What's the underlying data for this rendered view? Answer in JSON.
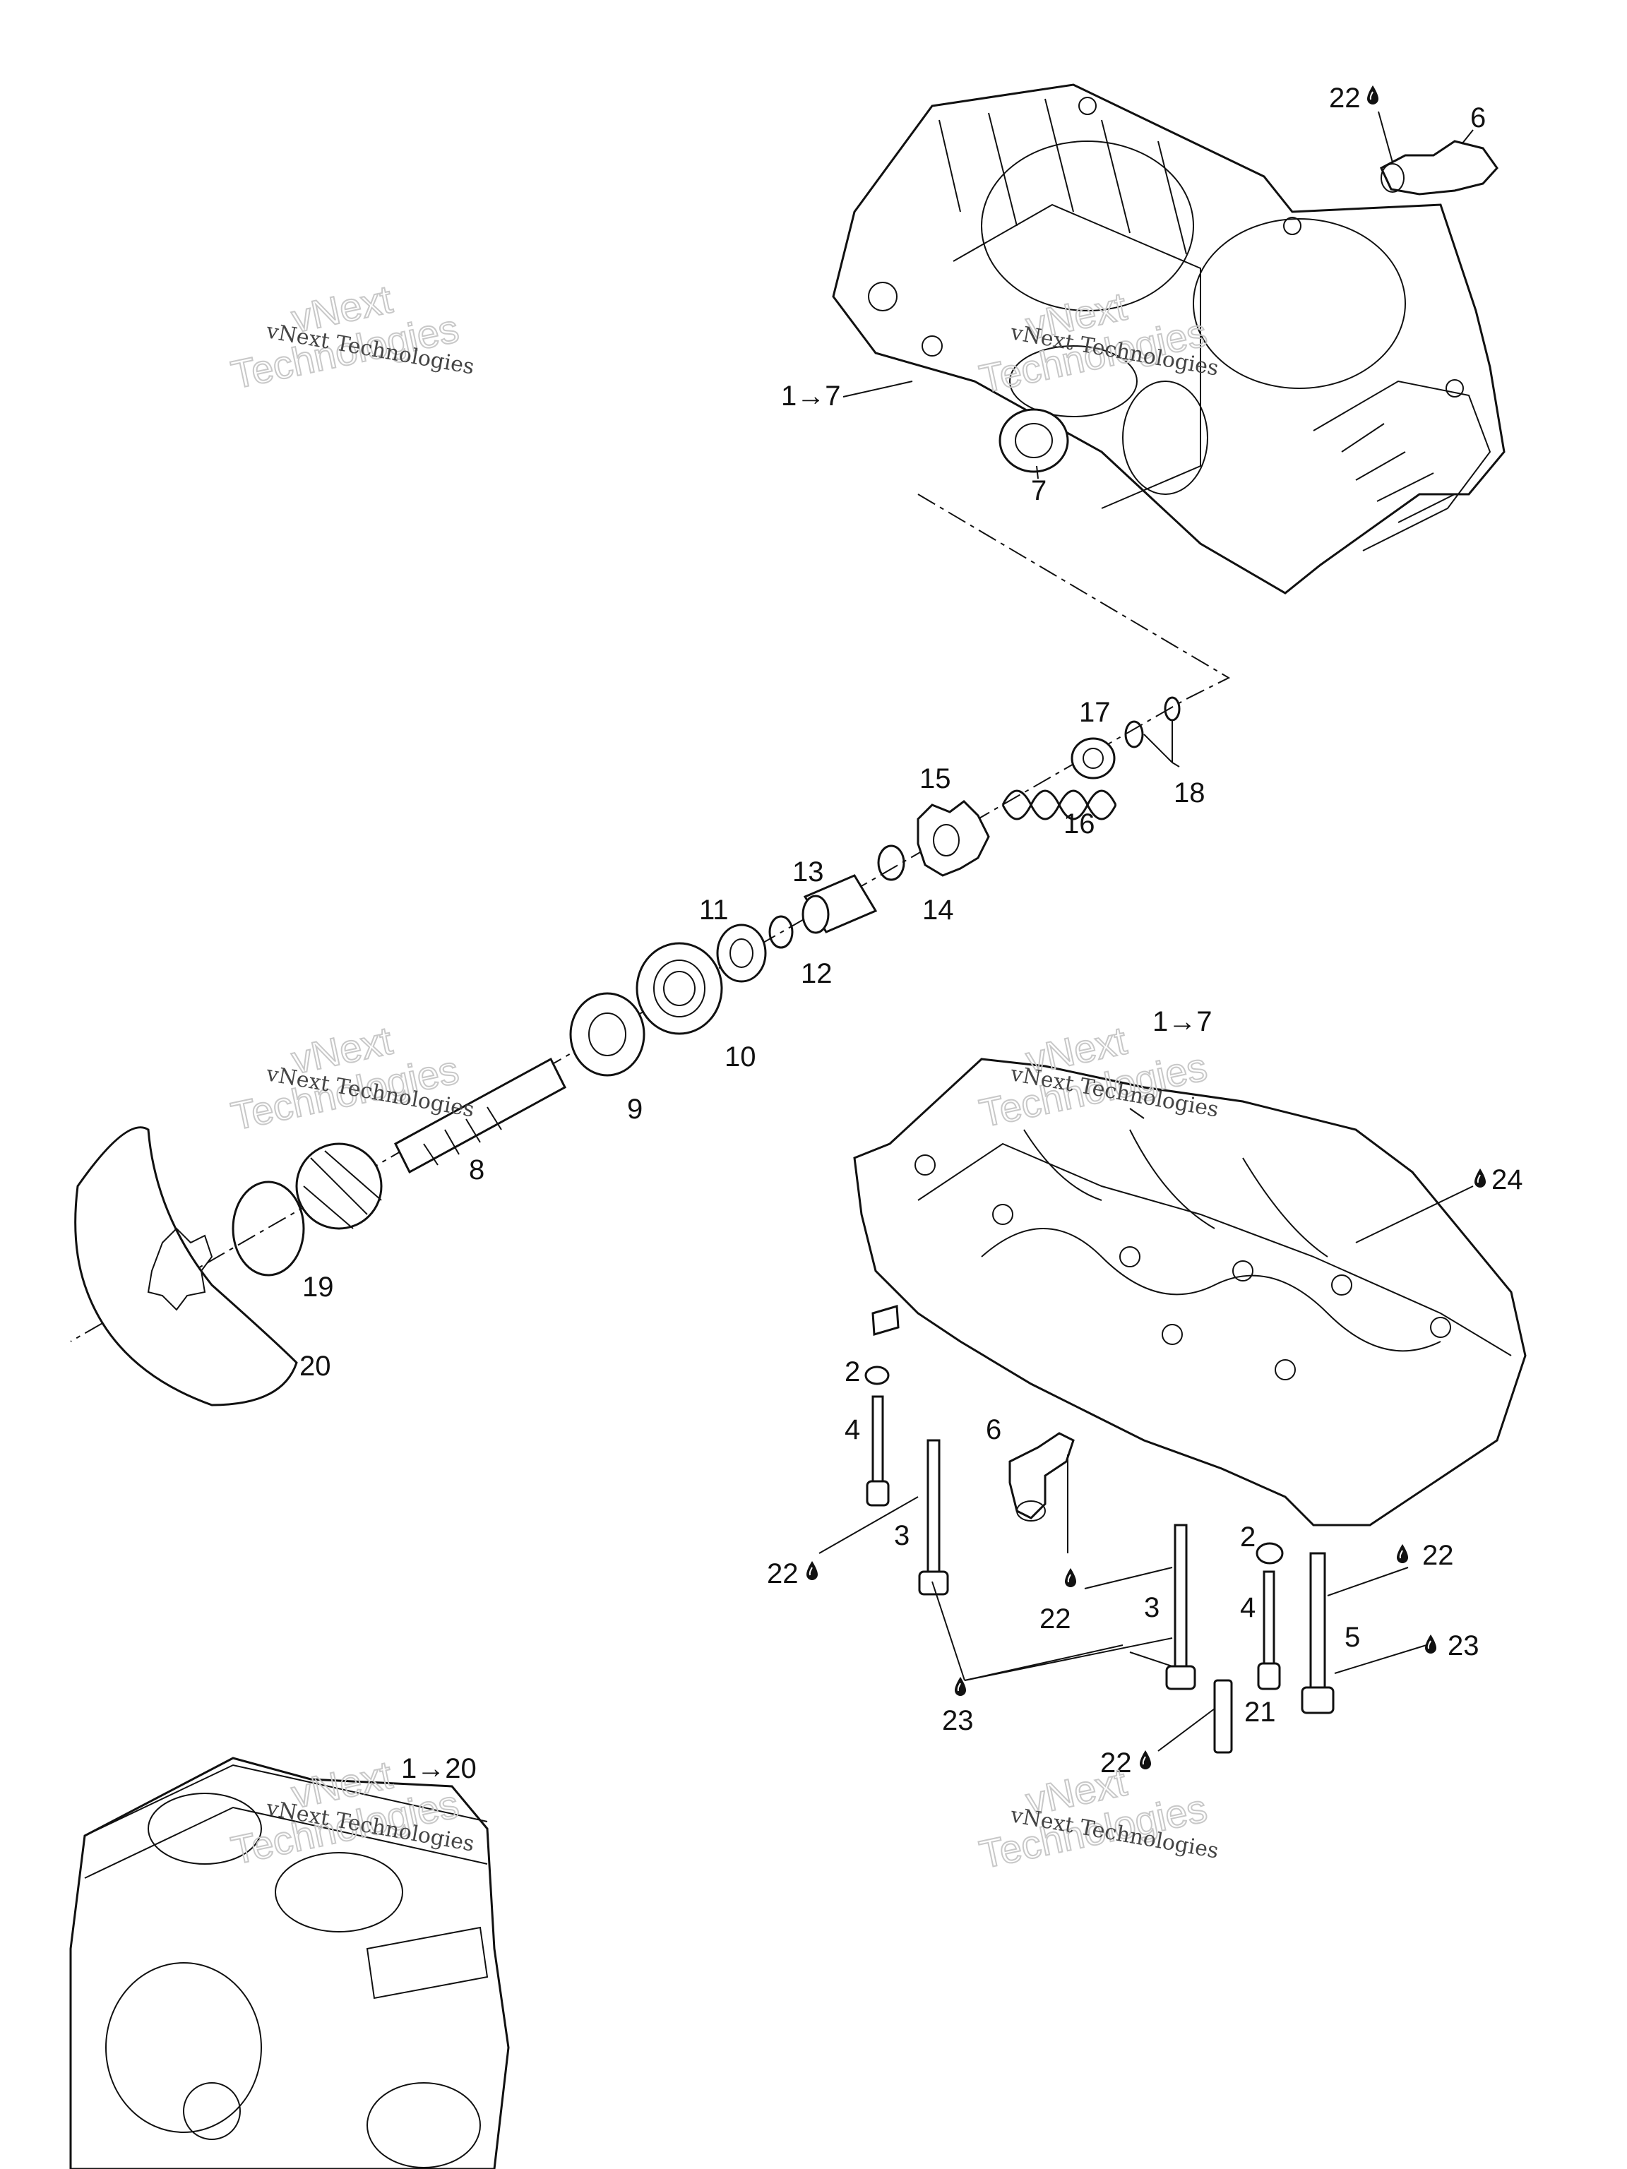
{
  "watermark": {
    "line1": "vNext Technologies",
    "line2": "vNext",
    "line3": "Technologies"
  },
  "callouts": [
    {
      "id": "c-22-top",
      "text": "22",
      "drop": true
    },
    {
      "id": "c-6-top",
      "text": "6"
    },
    {
      "id": "c-1to7-top",
      "text": "1→7"
    },
    {
      "id": "c-7",
      "text": "7"
    },
    {
      "id": "c-17",
      "text": "17"
    },
    {
      "id": "c-18",
      "text": "18"
    },
    {
      "id": "c-15",
      "text": "15"
    },
    {
      "id": "c-16",
      "text": "16"
    },
    {
      "id": "c-13",
      "text": "13"
    },
    {
      "id": "c-14",
      "text": "14"
    },
    {
      "id": "c-11",
      "text": "11"
    },
    {
      "id": "c-12",
      "text": "12"
    },
    {
      "id": "c-10",
      "text": "10"
    },
    {
      "id": "c-9",
      "text": "9"
    },
    {
      "id": "c-8",
      "text": "8"
    },
    {
      "id": "c-19",
      "text": "19"
    },
    {
      "id": "c-20",
      "text": "20"
    },
    {
      "id": "c-1to7-mid",
      "text": "1→7"
    },
    {
      "id": "c-24",
      "text": "24",
      "drop": true
    },
    {
      "id": "c-2-left",
      "text": "2"
    },
    {
      "id": "c-4-left",
      "text": "4"
    },
    {
      "id": "c-6-mid",
      "text": "6"
    },
    {
      "id": "c-3-left",
      "text": "3"
    },
    {
      "id": "c-22-left",
      "text": "22",
      "drop": true
    },
    {
      "id": "c-22-mid",
      "text": "22",
      "drop": true
    },
    {
      "id": "c-3-mid",
      "text": "3"
    },
    {
      "id": "c-2-right",
      "text": "2"
    },
    {
      "id": "c-4-right",
      "text": "4"
    },
    {
      "id": "c-22-right",
      "text": "22",
      "drop": true
    },
    {
      "id": "c-5",
      "text": "5"
    },
    {
      "id": "c-23-right",
      "text": "23",
      "drop": true
    },
    {
      "id": "c-23-left",
      "text": "23",
      "drop": true
    },
    {
      "id": "c-21",
      "text": "21"
    },
    {
      "id": "c-22-bottom",
      "text": "22",
      "drop": true
    },
    {
      "id": "c-1to20",
      "text": "1→20"
    }
  ]
}
